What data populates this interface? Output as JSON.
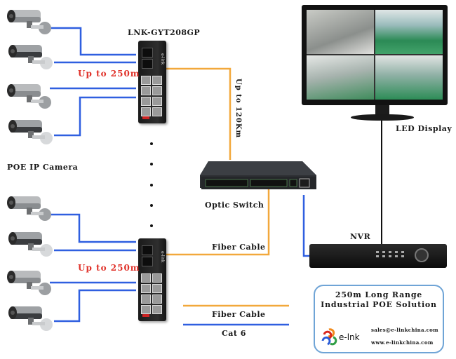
{
  "diagram": {
    "title": "250m Long Range Industrial POE Solution",
    "colors": {
      "cat6": "#2f5fe0",
      "fiber": "#f2a83b",
      "video": "#111111",
      "range_text": "#e0322a",
      "legend_border": "#6fa4d6"
    },
    "labels": {
      "top_switch_model": "LNK-GYT208GP",
      "range_top": "Up to 250m",
      "range_bottom": "Up to 250m",
      "camera_group": "POE IP Camera",
      "fiber_distance": "Up to 120Km",
      "optic_switch": "Optic Switch",
      "fiber_cable_link": "Fiber Cable",
      "nvr": "NVR",
      "led_display": "LED Display"
    },
    "nodes": {
      "cameras": [
        {
          "id": "camera-1",
          "group": "top"
        },
        {
          "id": "camera-2",
          "group": "top"
        },
        {
          "id": "camera-3",
          "group": "top"
        },
        {
          "id": "camera-4",
          "group": "top"
        },
        {
          "id": "camera-5",
          "group": "bottom"
        },
        {
          "id": "camera-6",
          "group": "bottom"
        },
        {
          "id": "camera-7",
          "group": "bottom"
        },
        {
          "id": "camera-8",
          "group": "bottom"
        }
      ],
      "poe_switches": [
        {
          "id": "poe-switch-top",
          "model": "LNK-GYT208GP",
          "brand": "e-link"
        },
        {
          "id": "poe-switch-bottom",
          "brand": "e-link"
        }
      ],
      "optic_switch": {
        "id": "optic-switch"
      },
      "nvr": {
        "id": "nvr"
      },
      "display": {
        "id": "led-display"
      }
    },
    "legend": {
      "heading_line1": "250m Long Range",
      "heading_line2": "Industrial POE Solution",
      "items": [
        {
          "label": "Fiber Cable",
          "color": "#f2a83b"
        },
        {
          "label": "Cat 6",
          "color": "#2f5fe0"
        }
      ],
      "brand": "e-lnk",
      "email": "sales@e-linkchina.com",
      "website": "www.e-linkchina.com"
    }
  }
}
